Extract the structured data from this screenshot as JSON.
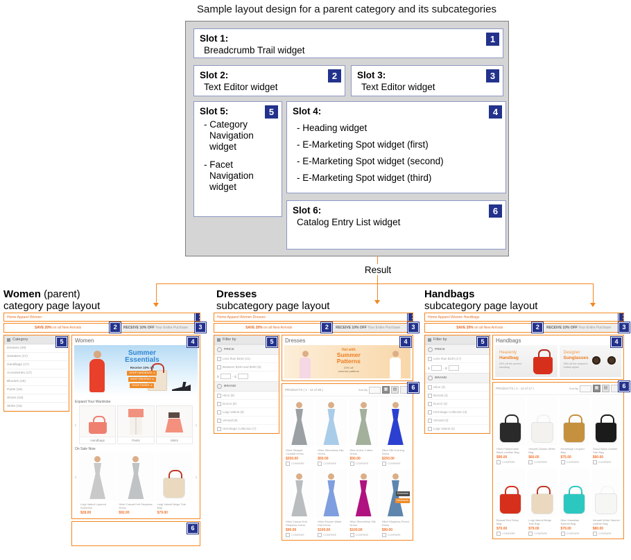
{
  "page": {
    "title": "Sample layout design for a parent category and its subcategories",
    "result_label": "Result"
  },
  "badges": {
    "n1": "1",
    "n2": "2",
    "n3": "3",
    "n4": "4",
    "n5": "5",
    "n6": "6"
  },
  "diagram": {
    "slot1": {
      "badge": "1",
      "title": "Slot 1:",
      "line": "Breadcrumb Trail widget"
    },
    "slot2": {
      "badge": "2",
      "title": "Slot 2:",
      "line": "Text Editor widget"
    },
    "slot3": {
      "badge": "3",
      "title": "Slot 3:",
      "line": "Text Editor widget"
    },
    "slot4": {
      "badge": "4",
      "title": "Slot 4:",
      "items": [
        "- Heading widget",
        "- E-Marketing Spot widget (first)",
        "- E-Marketing Spot widget (second)",
        "- E-Marketing Spot widget (third)"
      ]
    },
    "slot5": {
      "badge": "5",
      "title": "Slot 5:",
      "items": [
        "- Category Navigation widget",
        "- Facet Navigation widget"
      ]
    },
    "slot6": {
      "badge": "6",
      "title": "Slot 6:",
      "line": "Catalog Entry List widget"
    }
  },
  "promo": {
    "save_strong": "SAVE 20%",
    "save_rest": " on all New Arrivals",
    "receive_strong": "RECEIVE 10% OFF",
    "receive_rest": " Your Entire Purchase"
  },
  "sort_label": "Sort By",
  "compare_label": "COMPARE",
  "facet": {
    "currency": "$",
    "range_sep": "-"
  },
  "icons": {
    "prev": "‹",
    "next": "›",
    "grid": "▦",
    "list": "▤",
    "shop_arrow": "▸"
  },
  "colors": {
    "accent_orange": "#F4861F",
    "badge_navy": "#23328C",
    "price_orange": "#F4742C"
  },
  "women": {
    "label_strong": "Women",
    "label_rest": " (parent)",
    "label_line2": "category page layout",
    "breadcrumb": "Home   Apparel   Women",
    "sidebar_title": "Category",
    "categories": [
      "Dresses (39)",
      "Sweaters (17)",
      "Handbags (17)",
      "Accessories (17)",
      "Blouses (16)",
      "Pants (16)",
      "Shoes (16)",
      "Skirts (15)"
    ],
    "heading": "Women",
    "banner": {
      "line1": "Summer",
      "line2": "Essentials",
      "sub": "Receive 10% off",
      "btns": [
        "SHOP HANDBAGS",
        "SHOP DRESSES",
        "SHOP SHOES"
      ]
    },
    "carousel_title": "Expand Your Wardrobe",
    "carousel": [
      {
        "label": "Handbags",
        "color": "#EF8070"
      },
      {
        "label": "Pants",
        "color": "#F19180"
      },
      {
        "label": "Skirts",
        "color": "#F3907E"
      }
    ],
    "sale_title": "On Sale Now",
    "sale": [
      {
        "name": "Luigi Valenti Layered Sundress",
        "price": "$28.00",
        "color": "#C9C9C9"
      },
      {
        "name": "Hilori Casual Knit Strapless Dress",
        "price": "$92.00",
        "color": "#BFC3C5"
      },
      {
        "name": "Luigi Valenti Beige Tote Bag",
        "price": "$79.00",
        "color": "#EAD9BF",
        "handle": "#BF3A26"
      }
    ]
  },
  "dresses": {
    "label_strong": "Dresses",
    "label_line2": "subcategory page layout",
    "breadcrumb": "Home   Apparel   Women   Dresses",
    "sidebar_title": "Filter by",
    "price_title": "PRICE",
    "price_items": [
      "Less than $100 (31)",
      "Between $100 and $200 (8)"
    ],
    "brand_title": "BRAND",
    "brand_items": [
      "Hilori (8)",
      "Dunoir (8)",
      "Luigi Valenti (8)",
      "Versatil (8)",
      "Hermitage Collection (7)"
    ],
    "heading": "Dresses",
    "banner": {
      "line1": "Hot with",
      "line2": "Summer",
      "line3": "Patterns",
      "sub1": "20% off",
      "sub2": "summer patterns"
    },
    "products_header": "PRODUCTS ( 1 - 12 of 39 )",
    "products": [
      {
        "name": "Hilori Straight Cocktail Dress",
        "price": "$250.00",
        "color": "#9AA0A3"
      },
      {
        "name": "Hilori Sleeveless Slip Dress",
        "price": "$50.00",
        "color": "#A9CCE9"
      },
      {
        "name": "Hilori A-line Cotton Dress",
        "price": "$50.00",
        "color": "#A3B09B"
      },
      {
        "name": "Hilori Silk Evening Dress",
        "price": "$250.00",
        "color": "#2B3FD0"
      },
      {
        "name": "Hilori Casual Knit Strapless Dress",
        "price": "$90.00",
        "color": "#B9BDBF"
      },
      {
        "name": "Hilori Empire Waist Knit Dress",
        "price": "$100.00",
        "color": "#7F9EE0"
      },
      {
        "name": "Hilori Sleeveless Silk Dress",
        "price": "$100.00",
        "color": "#B01380"
      },
      {
        "name": "Hilori Strapless Pencil Dress",
        "price": "$90.00",
        "color": "#5E85AD",
        "flag1": "Exclusive",
        "flag2": "Clearance"
      }
    ]
  },
  "handbags": {
    "label_strong": "Handbags",
    "label_line2": "subcategory page layout",
    "breadcrumb": "Home   Apparel   Women   Handbags",
    "sidebar_title": "Filter by",
    "price_title": "PRICE",
    "price_items": [
      "Less than $100 (17)"
    ],
    "brand_title": "BRAND",
    "brand_items": [
      "Hilori (3)",
      "Borsati (3)",
      "Dunoir (3)",
      "Hermitage Collection (3)",
      "Versatil (3)",
      "Luigi Valenti (2)"
    ],
    "heading": "Handbags",
    "banners": [
      {
        "line1": "Heavenly",
        "line2": "Handbag",
        "sub": "25% off the perfect handbag"
      },
      {
        "line1": "Designer",
        "line2": "Sunglasses",
        "sub": "35% off the season's hottest styles"
      }
    ],
    "products_header": "PRODUCTS ( 1 - 12 of 17 )",
    "products": [
      {
        "name": "Hilori Fashionable Black Leather Bag",
        "price": "$90.00",
        "color": "#2A2A2A"
      },
      {
        "name": "Versatil Classic White Bag",
        "price": "$60.00",
        "color": "#F4F2EE"
      },
      {
        "name": "Hermitage Leopard Bag",
        "price": "$75.00",
        "color": "#C5913F"
      },
      {
        "name": "Gucci Black Leather Tote Bag",
        "price": "$90.00",
        "color": "#1B1B1B"
      },
      {
        "name": "Borsati Red Shiny Bag",
        "price": "$70.00",
        "color": "#D6301D"
      },
      {
        "name": "Luigi Valenti Beige Tote Bag",
        "price": "$79.00",
        "color": "#EAD9BF",
        "handle": "#BF3A26"
      },
      {
        "name": "Hilori Hawaiian Satchel Bag",
        "price": "$79.00",
        "color": "#2CC8C0"
      },
      {
        "name": "Versatil White Satchel Leather Bag",
        "price": "$80.00",
        "color": "#F6F6F4"
      }
    ]
  }
}
